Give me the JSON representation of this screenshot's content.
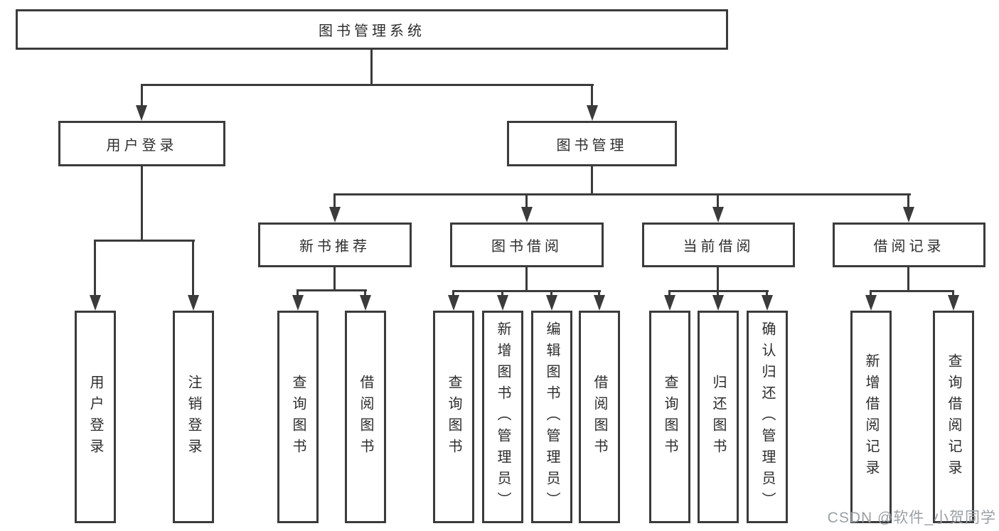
{
  "diagram": {
    "root": "图书管理系统",
    "branches": [
      {
        "label": "用户登录",
        "children": [
          "用户登录",
          "注销登录"
        ]
      },
      {
        "label": "图书管理",
        "children": [
          {
            "label": "新书推荐",
            "children": [
              "查询图书",
              "借阅图书"
            ]
          },
          {
            "label": "图书借阅",
            "children": [
              "查询图书",
              "新增图书（管理员）",
              "编辑图书（管理员）",
              "借阅图书"
            ]
          },
          {
            "label": "当前借阅",
            "children": [
              "查询图书",
              "归还图书",
              "确认归还（管理员）"
            ]
          },
          {
            "label": "借阅记录",
            "children": [
              "新增借阅记录",
              "查询借阅记录"
            ]
          }
        ]
      }
    ]
  },
  "watermark": {
    "text": "CSDN @软件_小贺同学"
  },
  "colors": {
    "line": "#3b3b3b",
    "text": "#2d2d2d",
    "watermark": "#9b9fa3",
    "background": "#ffffff"
  }
}
